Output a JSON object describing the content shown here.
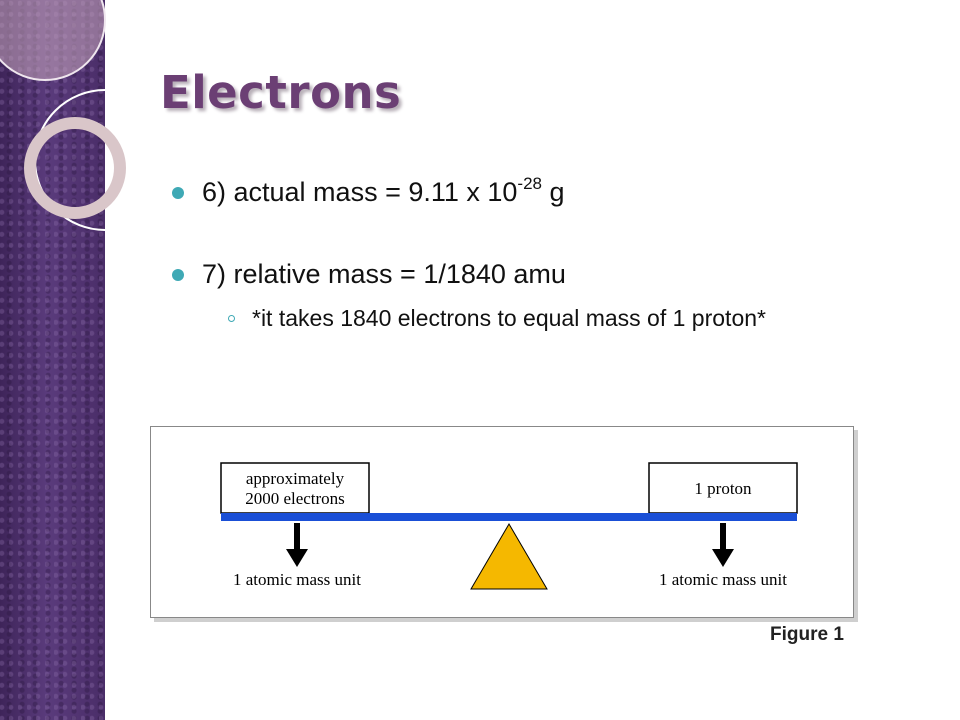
{
  "slide": {
    "title": "Electrons",
    "bullets": [
      {
        "text_before": "6)  actual mass   = 9.11 x 10",
        "superscript": "-28",
        "text_after": " g"
      },
      {
        "text": "7)  relative mass = 1/1840 amu"
      }
    ],
    "sub_bullet": "*it takes 1840 electrons to equal mass of 1 proton*"
  },
  "figure": {
    "left_box_line1": "approximately",
    "left_box_line2": "2000 electrons",
    "right_box": "1 proton",
    "left_arrow_label": "1 atomic mass unit",
    "right_arrow_label": "1 atomic mass unit",
    "caption": "Figure 1"
  },
  "colors": {
    "title": "#6b3f74",
    "bullet_marker": "#3fa9b5",
    "beam": "#1a4fd6",
    "fulcrum": "#f5b800",
    "left_band": "#4a2d68"
  }
}
